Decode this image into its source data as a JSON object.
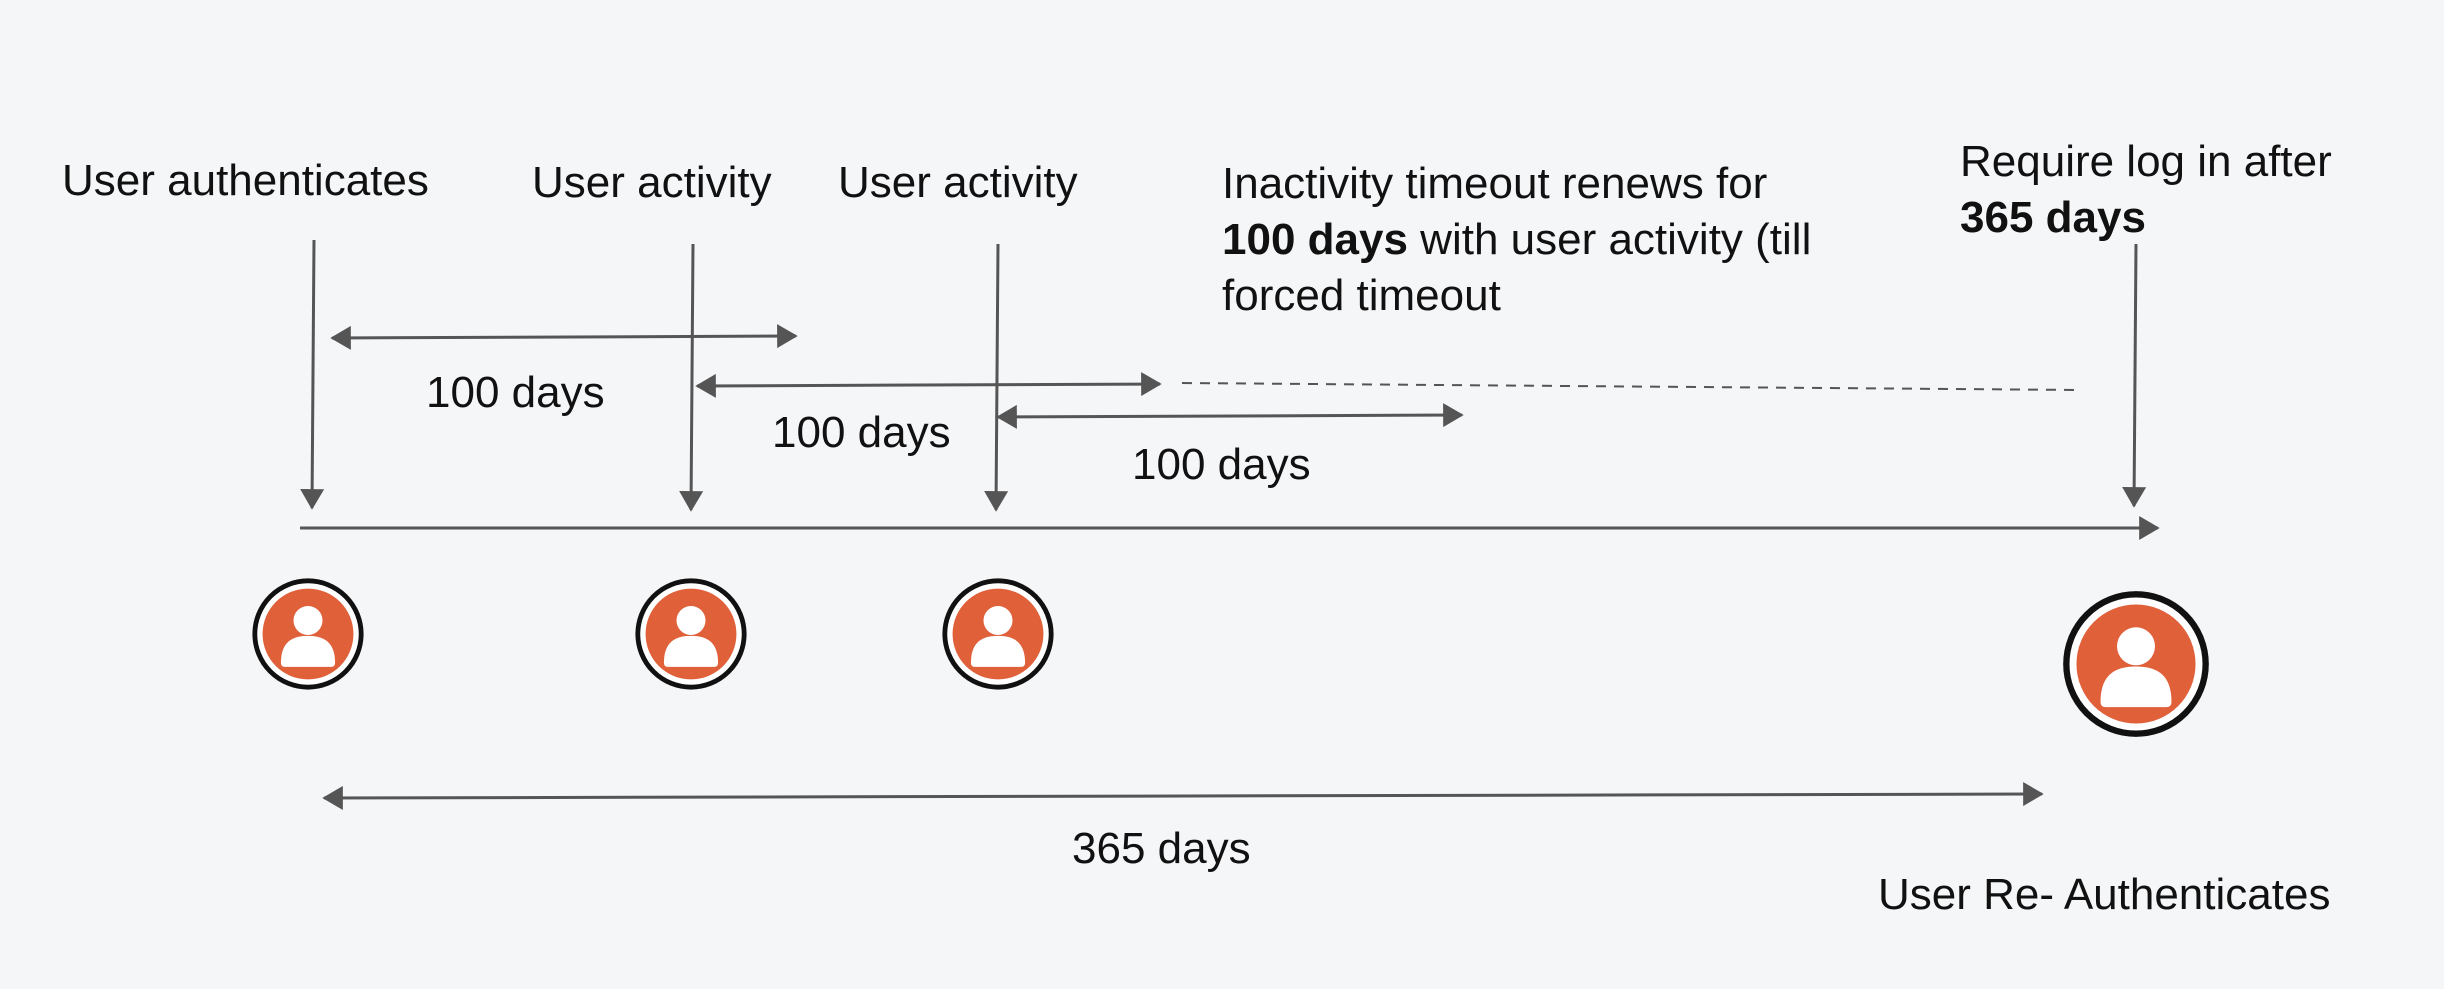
{
  "labels": {
    "user_authenticates": "User authenticates",
    "user_activity_1": "User activity",
    "user_activity_2": "User activity",
    "renew_prefix": "Inactivity timeout renews for",
    "renew_bold": "100 days",
    "renew_suffix": " with user activity (till forced timeout",
    "require_prefix": "Require log in after",
    "require_bold": "365 days",
    "span_1": "100 days",
    "span_2": "100 days",
    "span_3": "100 days",
    "span_total": "365 days",
    "user_reauthenticates": "User Re- Authenticates"
  },
  "icons": [
    "user-avatar-icon",
    "user-avatar-icon",
    "user-avatar-icon",
    "user-avatar-icon"
  ],
  "colors": {
    "background": "#f5f6f8",
    "line": "#555555",
    "avatar_fill": "#e0603a",
    "avatar_ring": "#111111",
    "text": "#111111"
  }
}
